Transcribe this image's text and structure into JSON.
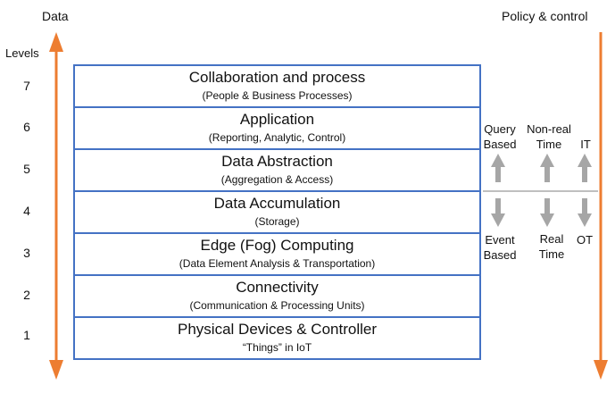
{
  "header": {
    "data_label": "Data",
    "policy_label": "Policy & control",
    "levels_label": "Levels"
  },
  "layers": [
    {
      "level": "7",
      "title": "Collaboration and process",
      "subtitle": "(People & Business Processes)"
    },
    {
      "level": "6",
      "title": "Application",
      "subtitle": "(Reporting, Analytic, Control)"
    },
    {
      "level": "5",
      "title": "Data Abstraction",
      "subtitle": "(Aggregation & Access)"
    },
    {
      "level": "4",
      "title": "Data Accumulation",
      "subtitle": "(Storage)"
    },
    {
      "level": "3",
      "title": "Edge (Fog) Computing",
      "subtitle": "(Data Element Analysis & Transportation)"
    },
    {
      "level": "2",
      "title": "Connectivity",
      "subtitle": "(Communication & Processing Units)"
    },
    {
      "level": "1",
      "title": "Physical Devices & Controller",
      "subtitle": "“Things” in IoT"
    }
  ],
  "side": {
    "query_based": "Query\nBased",
    "event_based": "Event\nBased",
    "non_real_time": "Non-real\nTime",
    "real_time": "Real\nTime",
    "it": "IT",
    "ot": "OT"
  },
  "colors": {
    "layer_border": "#4472c4",
    "data_arrow": "#ed7d31",
    "gray_arrow": "#a6a6a6"
  }
}
